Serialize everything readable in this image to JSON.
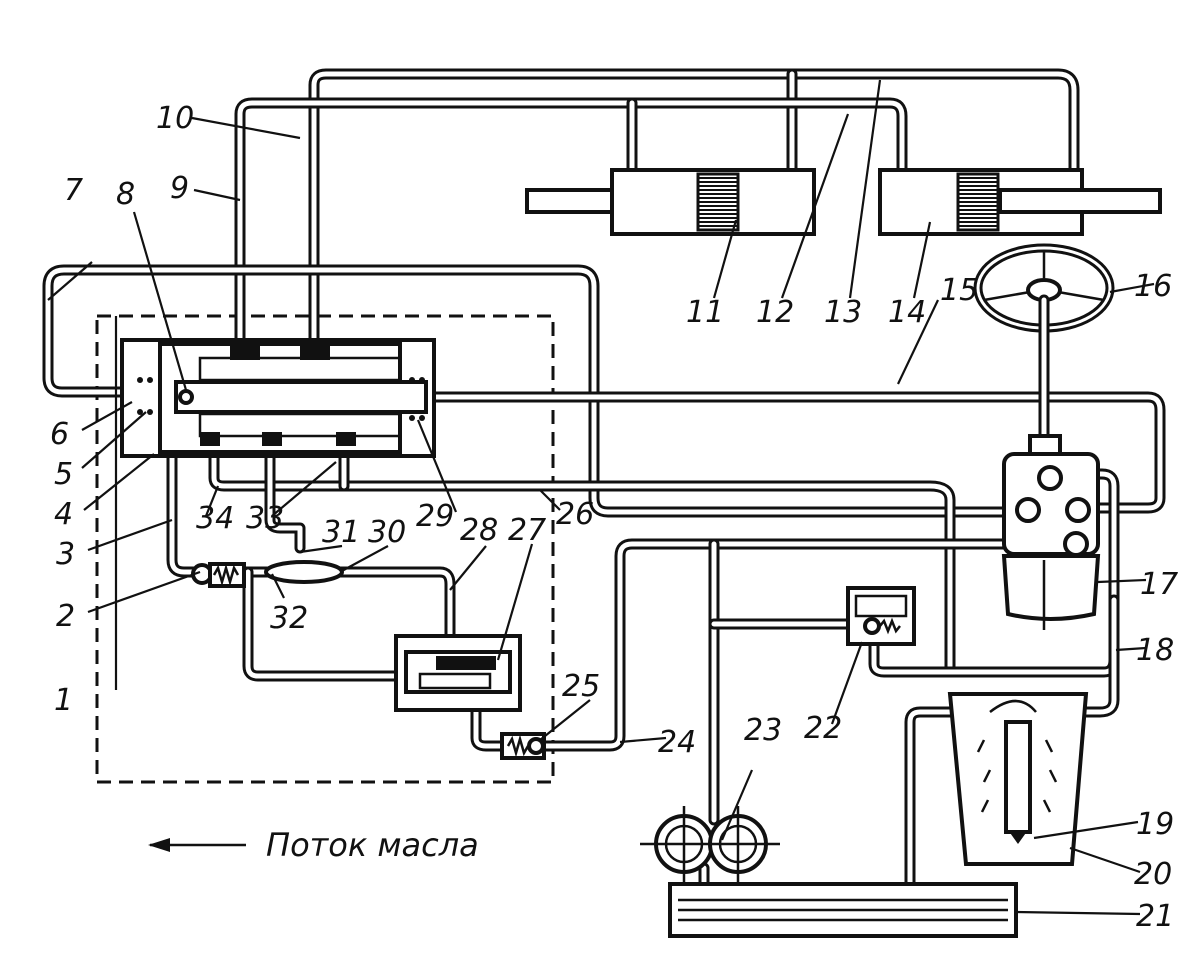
{
  "diagram": {
    "callouts": {
      "c1": "1",
      "c2": "2",
      "c3": "3",
      "c4": "4",
      "c5": "5",
      "c6": "6",
      "c7": "7",
      "c8": "8",
      "c9": "9",
      "c10": "10",
      "c11": "11",
      "c12": "12",
      "c13": "13",
      "c14": "14",
      "c15": "15",
      "c16": "16",
      "c17": "17",
      "c18": "18",
      "c19": "19",
      "c20": "20",
      "c21": "21",
      "c22": "22",
      "c23": "23",
      "c24": "24",
      "c25": "25",
      "c26": "26",
      "c27": "27",
      "c28": "28",
      "c29": "29",
      "c30": "30",
      "c31": "31",
      "c32": "32",
      "c33": "33",
      "c34": "34"
    },
    "oil_flow_legend": "Поток масла",
    "colors": {
      "ink": "#111111",
      "paper": "#ffffff"
    }
  }
}
